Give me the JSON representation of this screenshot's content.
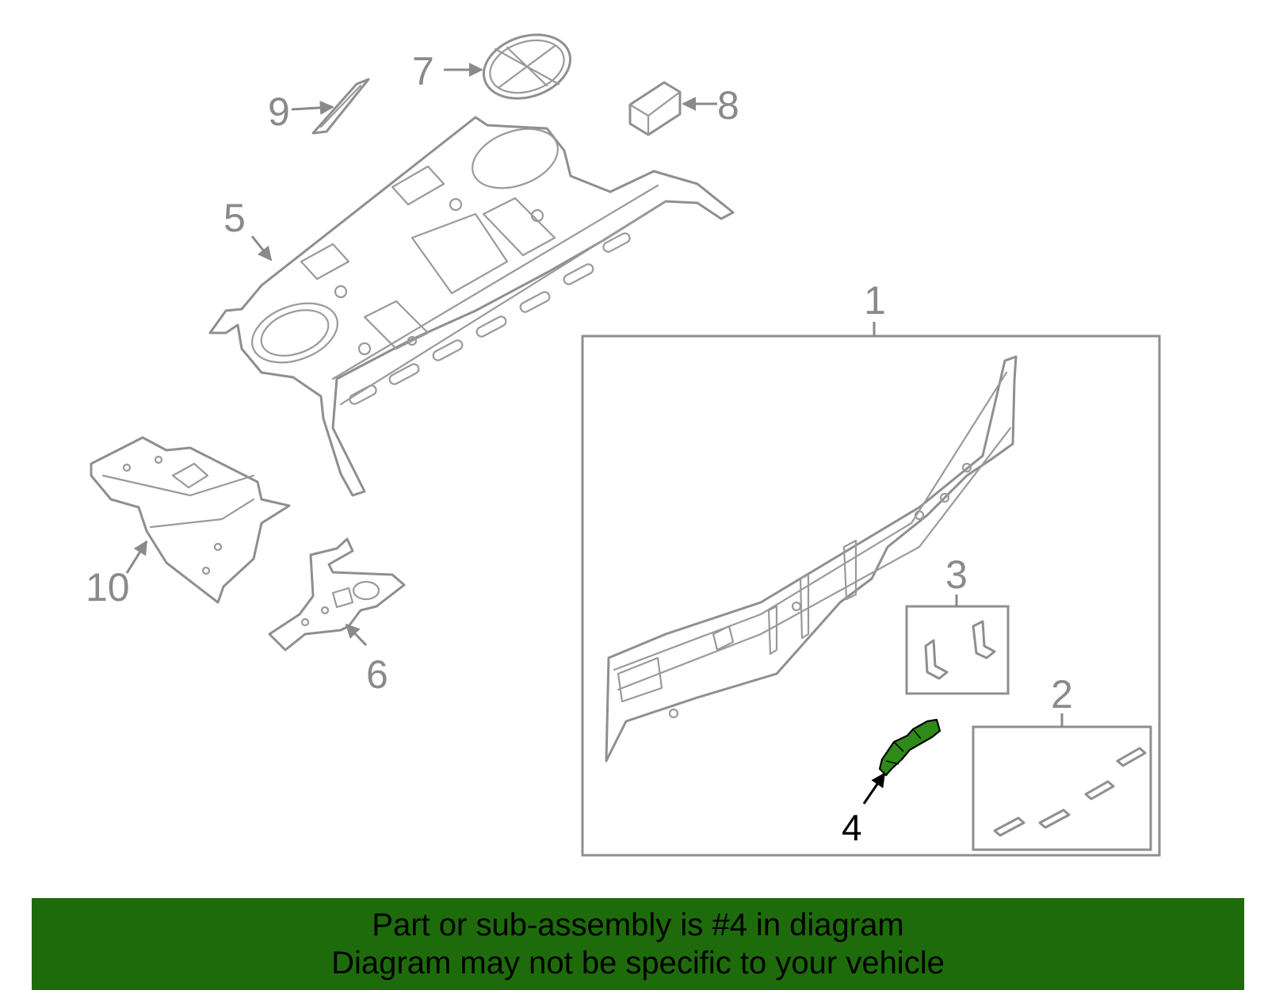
{
  "callouts": {
    "n1": "1",
    "n2": "2",
    "n3": "3",
    "n4": "4",
    "n5": "5",
    "n6": "6",
    "n7": "7",
    "n8": "8",
    "n9": "9",
    "n10": "10"
  },
  "highlight": {
    "part_number": "4",
    "color": "#2e8b17"
  },
  "banner": {
    "line1": "Part or sub-assembly is #4 in diagram",
    "line2": "Diagram may not be specific to your vehicle",
    "background": "#1e6b0c"
  }
}
